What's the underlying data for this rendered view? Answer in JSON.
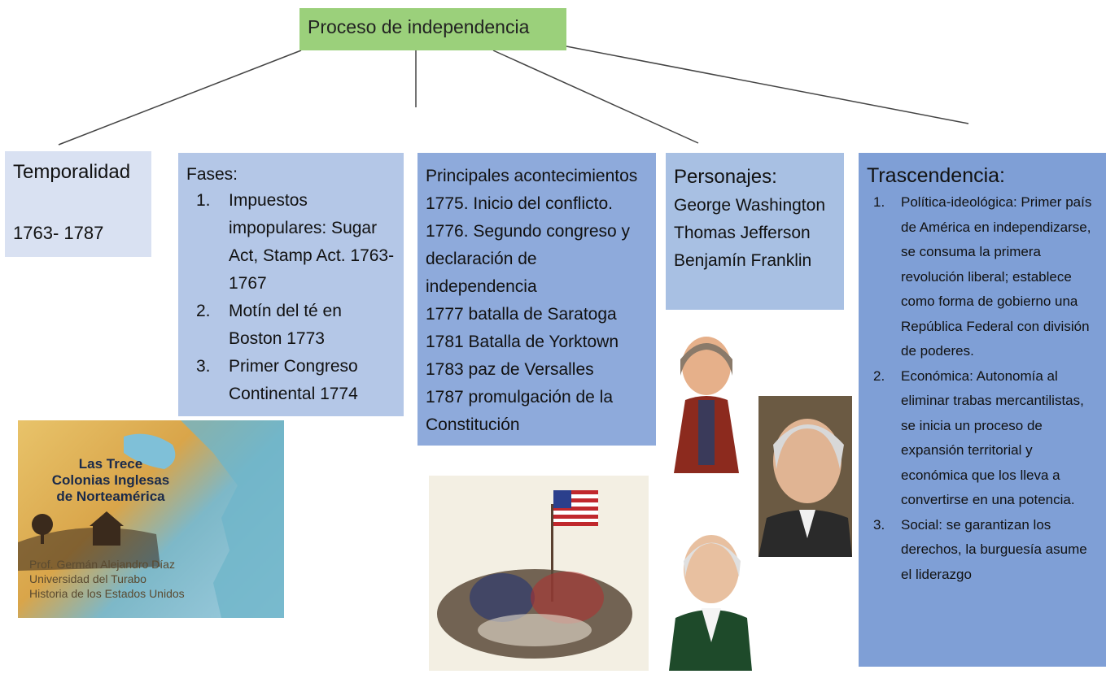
{
  "root": {
    "label": "Proceso de independencia"
  },
  "temporalidad": {
    "title": "Temporalidad",
    "value": "1763- 1787"
  },
  "fases": {
    "title": "Fases:",
    "items": [
      {
        "n": "1.",
        "text": "Impuestos impopulares: Sugar Act, Stamp Act. 1763-1767"
      },
      {
        "n": "2.",
        "text": "Motín del té en Boston 1773"
      },
      {
        "n": "3.",
        "text": "Primer Congreso Continental 1774"
      }
    ]
  },
  "acontecimientos": {
    "title": "Principales acontecimientos",
    "rows": [
      "1775. Inicio del conflicto.",
      "1776. Segundo congreso y declaración de independencia",
      "1777 batalla de Saratoga",
      "1781 Batalla de Yorktown",
      "1783 paz de Versalles",
      "1787 promulgación de la Constitución"
    ]
  },
  "personajes": {
    "title": "Personajes:",
    "names": [
      "George Washington",
      "Thomas Jefferson",
      "Benjamín Franklin"
    ]
  },
  "trascendencia": {
    "title": "Trascendencia:",
    "items": [
      {
        "n": "1.",
        "text": "Política-ideológica: Primer país de América en independizarse, se consuma la primera revolución liberal; establece como forma de gobierno una República Federal con división de poderes."
      },
      {
        "n": "2.",
        "text": "Económica:  Autonomía al eliminar trabas mercantilistas, se inicia un proceso de expansión territorial y económica que los lleva a convertirse en una potencia."
      },
      {
        "n": "3.",
        "text": "Social: se garantizan los derechos, la burguesía asume el liderazgo"
      }
    ]
  },
  "map_image": {
    "title_lines": [
      "Las Trece",
      "Colonias Inglesas",
      "de Norteamérica"
    ],
    "credits": [
      "Prof. Germán Alejandro Díaz",
      "Universidad del Turabo",
      "Historia de los Estados Unidos"
    ]
  },
  "colors": {
    "root": "#9bd07b",
    "temporalidad": "#d9e1f2",
    "fases": "#b4c7e7",
    "acontecimientos": "#8eaadb",
    "personajes": "#a8c0e3",
    "trascendencia": "#7f9fd6"
  }
}
